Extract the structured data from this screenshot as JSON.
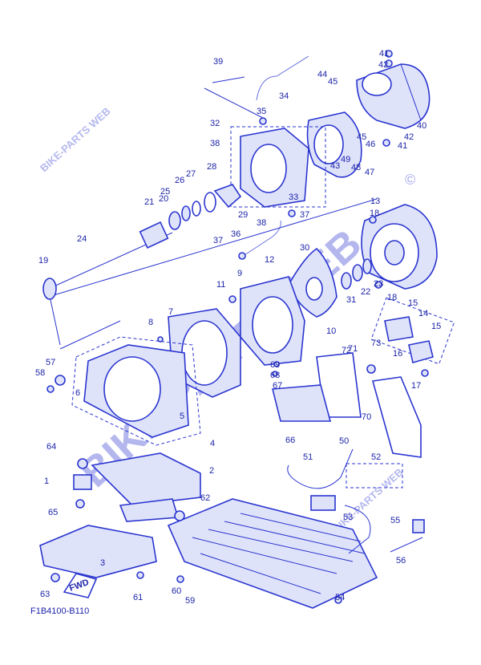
{
  "diagram_code": "F1B4100-B110",
  "watermark": "BIKE-PARTS WEB",
  "fwd_label": "FWD",
  "copyright_glyph": "©",
  "colors": {
    "ink": "#2a35cf",
    "fill": "#dfe3fa",
    "background": "#ffffff"
  },
  "callouts": [
    "1",
    "2",
    "3",
    "4",
    "5",
    "6",
    "7",
    "8",
    "9",
    "10",
    "11",
    "12",
    "13",
    "14",
    "15",
    "15",
    "16",
    "17",
    "18",
    "18",
    "19",
    "20",
    "21",
    "22",
    "23",
    "24",
    "25",
    "26",
    "27",
    "28",
    "29",
    "30",
    "31",
    "32",
    "33",
    "34",
    "35",
    "36",
    "37",
    "37",
    "38",
    "38",
    "39",
    "40",
    "41",
    "41",
    "42",
    "42",
    "43",
    "44",
    "45",
    "45",
    "46",
    "47",
    "48",
    "49",
    "50",
    "51",
    "52",
    "53",
    "54",
    "55",
    "56",
    "57",
    "58",
    "59",
    "60",
    "61",
    "62",
    "63",
    "64",
    "65",
    "66",
    "67",
    "68",
    "69",
    "70",
    "71",
    "72",
    "73"
  ]
}
